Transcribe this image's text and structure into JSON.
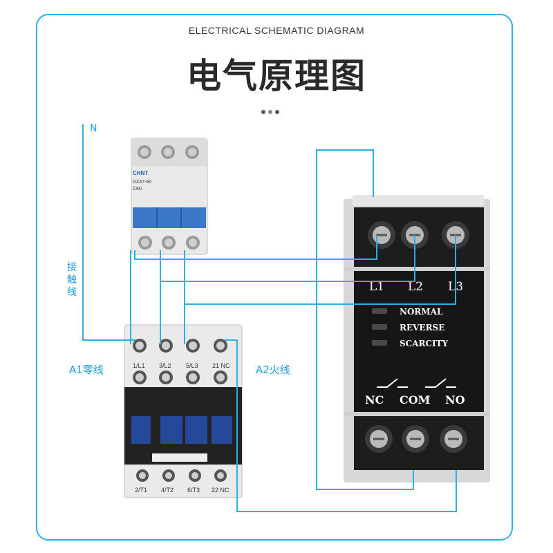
{
  "header": {
    "subtitle": "ELECTRICAL SCHEMATIC DIAGRAM",
    "title": "电气原理图"
  },
  "labels": {
    "neutral": "N",
    "contact_wire": [
      "接",
      "触",
      "线"
    ],
    "a1": "A1零线",
    "a2": "A2火线"
  },
  "breaker": {
    "brand": "CHNT",
    "model": "DZ47-60",
    "rating": "C60"
  },
  "contactor": {
    "top_terminals": [
      "1/L1",
      "3/L2",
      "5/L3",
      "21 NC"
    ],
    "bottom_terminals": [
      "2/T1",
      "4/T2",
      "6/T3",
      "22 NC"
    ]
  },
  "relay": {
    "phases": [
      "L1",
      "L2",
      "L3"
    ],
    "indicators": [
      "NORMAL",
      "REVERSE",
      "SCARCITY"
    ],
    "outputs": [
      "NC",
      "COM",
      "NO"
    ]
  },
  "colors": {
    "wire": "#2ab0e6",
    "frame": "#2ab0e6",
    "relay_body": "#161616",
    "breaker_blue": "#3c78c8",
    "contactor_blue": "#26489a"
  }
}
